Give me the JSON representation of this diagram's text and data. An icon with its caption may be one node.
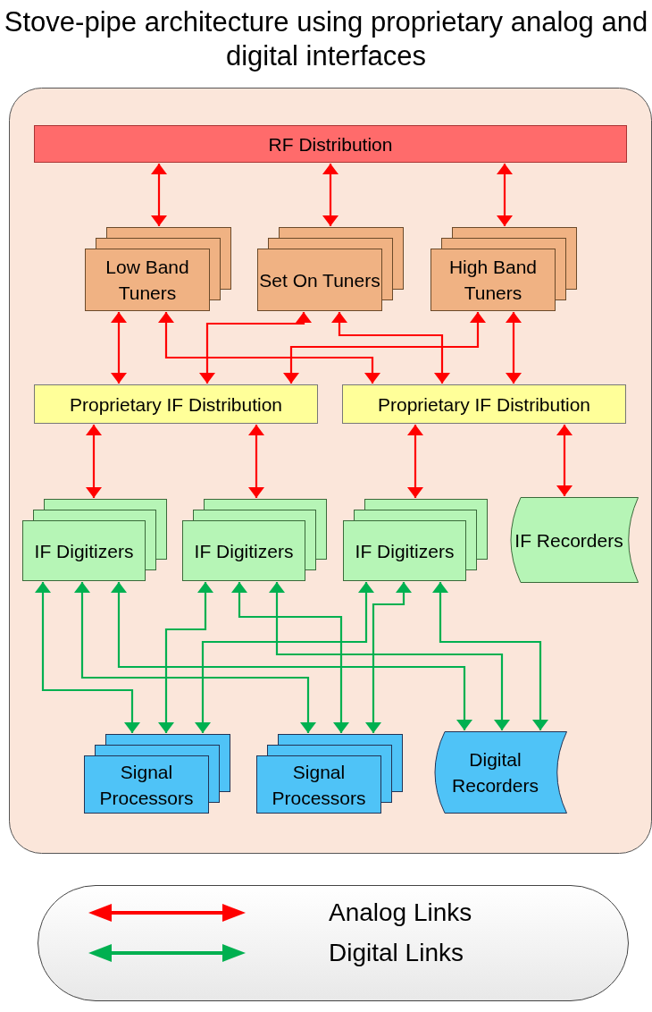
{
  "diagram": {
    "title": "Stove-pipe architecture using proprietary analog and digital interfaces",
    "nodes": [
      {
        "text": [],
        "shape": "box"
      },
      {
        "text": [
          "RF Distribution"
        ],
        "in": 0
      },
      {
        "text": [
          "Low Band Tuners"
        ],
        "in": 0
      },
      {
        "text": [
          "Set On Tuners"
        ],
        "in": 0
      },
      {
        "text": [
          "High Band Tuners"
        ],
        "in": 0
      },
      {
        "text": [
          "Proprietary IF Distribution"
        ],
        "in": 0
      },
      {
        "text": [
          "Proprietary IF Distribution"
        ],
        "in": 0
      },
      {
        "text": [
          "IF Digitizers"
        ],
        "in": 0
      },
      {
        "text": [
          "IF Digitizers"
        ],
        "in": 0
      },
      {
        "text": [
          "IF Digitizers"
        ],
        "in": 0
      },
      {
        "text": [
          "IF Recorders"
        ],
        "in": 0
      },
      {
        "text": [
          "Signal Processors"
        ],
        "in": 0
      },
      {
        "text": [
          "Signal Processors"
        ],
        "in": 0
      },
      {
        "text": [
          "Digital Recorders"
        ],
        "in": 0
      }
    ],
    "edges": [
      {
        "from": 1,
        "to": 2,
        "arrow": "both"
      },
      {
        "from": 1,
        "to": 3,
        "arrow": "both"
      },
      {
        "from": 1,
        "to": 4,
        "arrow": "both"
      },
      {
        "from": 2,
        "to": 5,
        "arrow": "both"
      },
      {
        "from": 2,
        "to": 6,
        "arrow": "both"
      },
      {
        "from": 3,
        "to": 5,
        "arrow": "both"
      },
      {
        "from": 3,
        "to": 6,
        "arrow": "both"
      },
      {
        "from": 4,
        "to": 5,
        "arrow": "both"
      },
      {
        "from": 4,
        "to": 6,
        "arrow": "both"
      },
      {
        "from": 5,
        "to": 7,
        "arrow": "both"
      },
      {
        "from": 5,
        "to": 8,
        "arrow": "both"
      },
      {
        "from": 6,
        "to": 9,
        "arrow": "both"
      },
      {
        "from": 6,
        "to": 10,
        "arrow": "both"
      },
      {
        "from": 7,
        "to": 11,
        "arrow": "both",
        "color": "#00b050"
      },
      {
        "from": 7,
        "to": 12,
        "arrow": "both",
        "color": "#00b050"
      },
      {
        "from": 7,
        "to": 13,
        "arrow": "both",
        "color": "#00b050"
      },
      {
        "from": 8,
        "to": 11,
        "arrow": "both",
        "color": "#00b050"
      },
      {
        "from": 8,
        "to": 12,
        "arrow": "both",
        "color": "#00b050"
      },
      {
        "from": 8,
        "to": 13,
        "arrow": "both",
        "color": "#00b050"
      },
      {
        "from": 9,
        "to": 11,
        "arrow": "both",
        "color": "#00b050"
      },
      {
        "from": 9,
        "to": 12,
        "arrow": "both",
        "color": "#00b050"
      },
      {
        "from": 9,
        "to": 13,
        "arrow": "both",
        "color": "#00b050"
      }
    ],
    "legend": [
      {
        "text": "Analog Links"
      },
      {
        "text": "Digital Links"
      }
    ]
  }
}
